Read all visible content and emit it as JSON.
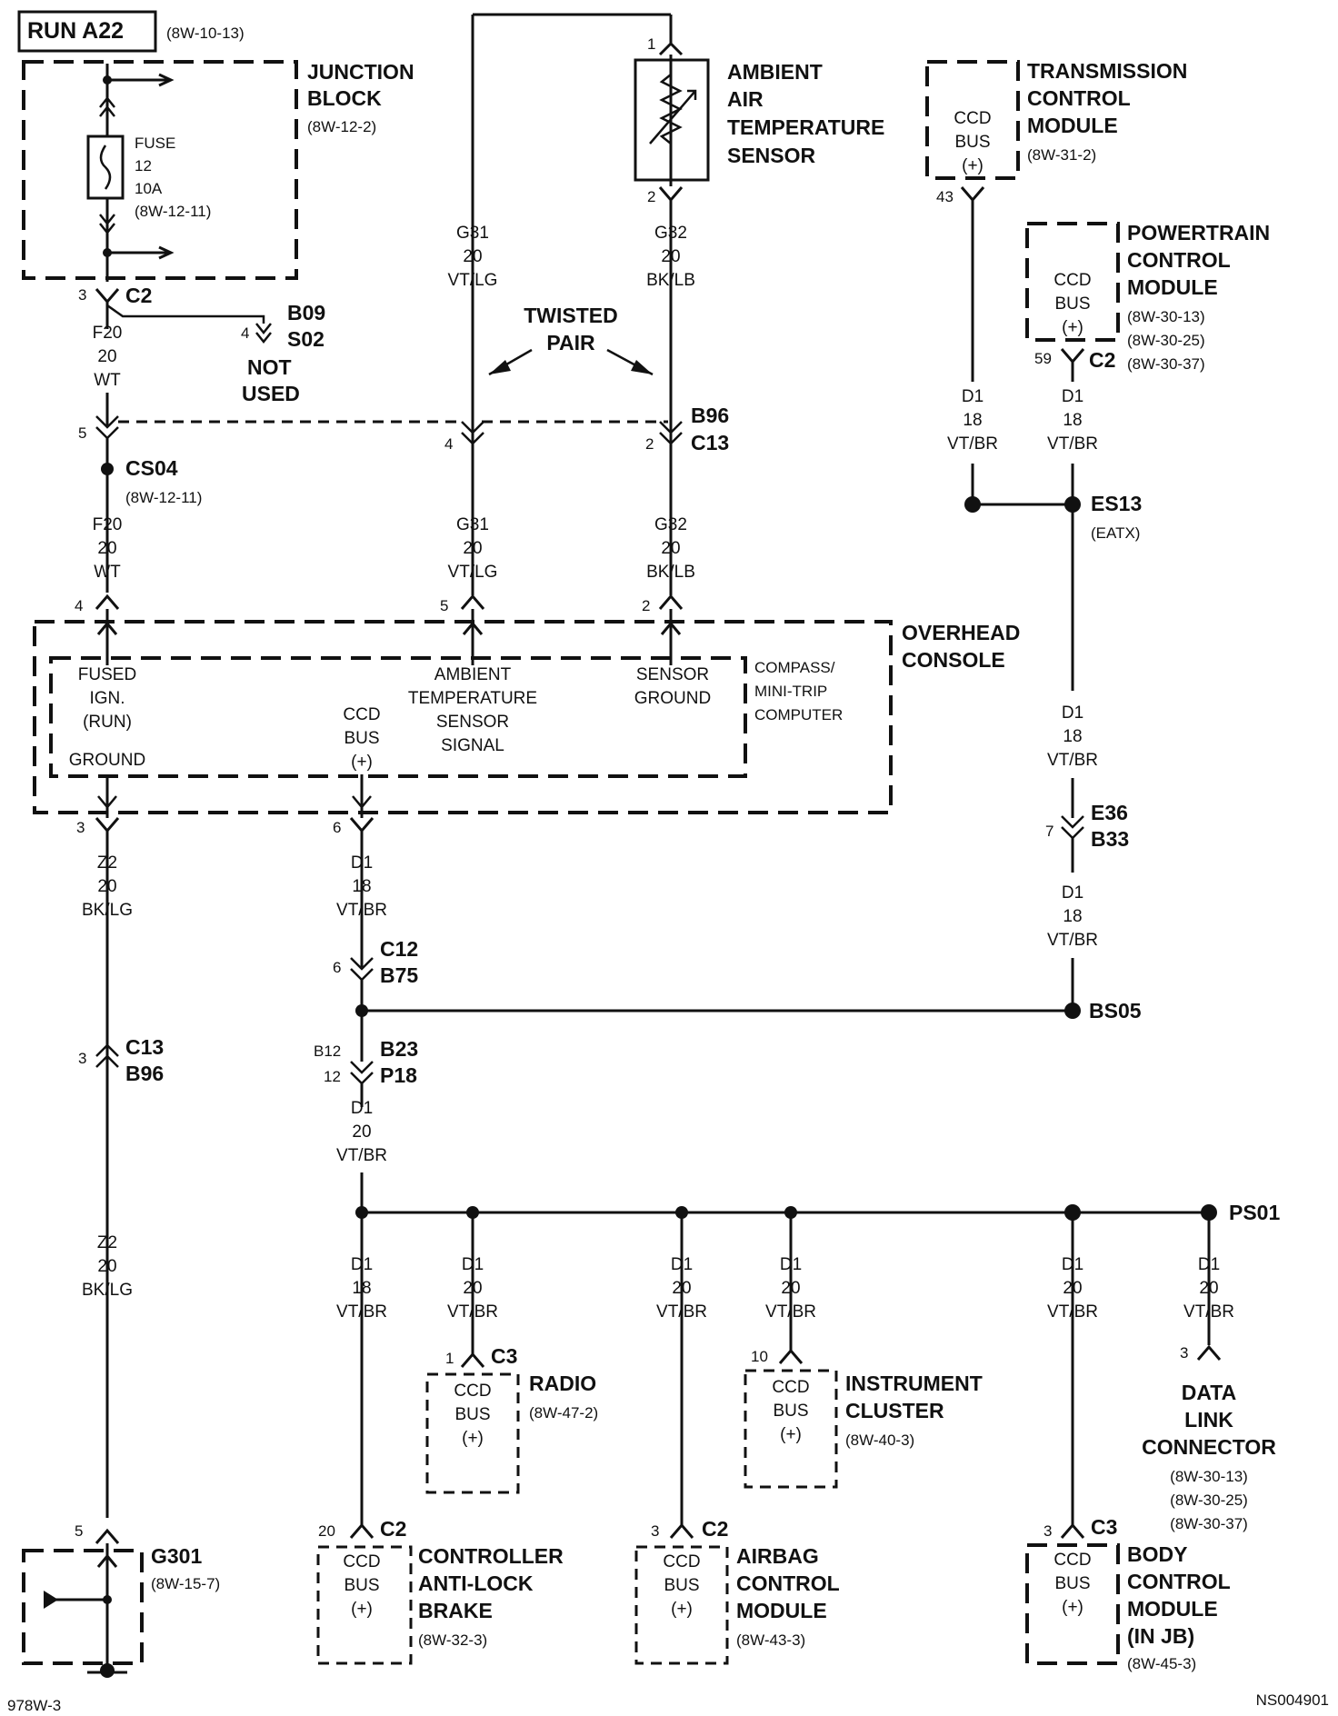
{
  "circuit": {
    "title": "RUN A22",
    "ref": "(8W-10-13)"
  },
  "junction_block": {
    "name1": "JUNCTION",
    "name2": "BLOCK",
    "ref": "(8W-12-2)",
    "fuse": [
      "FUSE",
      "12",
      "10A",
      "(8W-12-11)"
    ]
  },
  "labels": {
    "c2": "C2",
    "pin3": "3",
    "pin4": "4",
    "pin5": "5",
    "pin2": "2",
    "pin1": "1",
    "pin6": "6",
    "pin7": "7",
    "pin43": "43",
    "pin59": "59",
    "pin20": "20",
    "pin10": "10",
    "pin12": "12",
    "pinb12": "B12",
    "b09": "B09",
    "s02": "S02",
    "not": "NOT",
    "used": "USED",
    "twisted": "TWISTED",
    "pair": "PAIR",
    "b96": "B96",
    "c13": "C13",
    "cs04": "CS04",
    "cs04_ref": "(8W-12-11)",
    "es13": "ES13",
    "es13_ref": "(EATX)",
    "e36": "E36",
    "b33": "B33",
    "bs05": "BS05",
    "c12": "C12",
    "b75": "B75",
    "b23": "B23",
    "p18": "P18",
    "ps01": "PS01",
    "c3": "C3",
    "g301": "G301",
    "g301_ref": "(8W-15-7)",
    "footer_left": "978W-3",
    "footer_right": "NS004901"
  },
  "wires": {
    "f20": [
      "F20",
      "20",
      "WT"
    ],
    "g31": [
      "G31",
      "20",
      "VT/LG"
    ],
    "g32": [
      "G32",
      "20",
      "BK/LB"
    ],
    "d1_18": [
      "D1",
      "18",
      "VT/BR"
    ],
    "d1_20": [
      "D1",
      "20",
      "VT/BR"
    ],
    "z2": [
      "Z2",
      "20",
      "BK/LG"
    ]
  },
  "sensor": {
    "name": [
      "AMBIENT",
      "AIR",
      "TEMPERATURE",
      "SENSOR"
    ]
  },
  "tcm": {
    "name": [
      "TRANSMISSION",
      "CONTROL",
      "MODULE"
    ],
    "ref": "(8W-31-2)"
  },
  "pcm": {
    "name": [
      "POWERTRAIN",
      "CONTROL",
      "MODULE"
    ],
    "refs": [
      "(8W-30-13)",
      "(8W-30-25)",
      "(8W-30-37)"
    ]
  },
  "ccd": {
    "line1": "CCD",
    "line2": "BUS",
    "line3": "(+)"
  },
  "overhead": {
    "name1": "OVERHEAD",
    "name2": "CONSOLE",
    "fused": [
      "FUSED",
      "IGN.",
      "(RUN)"
    ],
    "ground": "GROUND",
    "ambient": [
      "AMBIENT",
      "TEMPERATURE",
      "SENSOR",
      "SIGNAL"
    ],
    "sensor_ground": [
      "SENSOR",
      "GROUND"
    ],
    "compass": [
      "COMPASS/",
      "MINI-TRIP",
      "COMPUTER"
    ]
  },
  "radio": {
    "name": "RADIO",
    "ref": "(8W-47-2)"
  },
  "cluster": {
    "name": [
      "INSTRUMENT",
      "CLUSTER"
    ],
    "ref": "(8W-40-3)"
  },
  "dlc": {
    "name": [
      "DATA",
      "LINK",
      "CONNECTOR"
    ],
    "refs": [
      "(8W-30-13)",
      "(8W-30-25)",
      "(8W-30-37)"
    ]
  },
  "abs": {
    "name": [
      "CONTROLLER",
      "ANTI-LOCK",
      "BRAKE"
    ],
    "ref": "(8W-32-3)"
  },
  "airbag": {
    "name": [
      "AIRBAG",
      "CONTROL",
      "MODULE"
    ],
    "ref": "(8W-43-3)"
  },
  "bcm": {
    "name": [
      "BODY",
      "CONTROL",
      "MODULE",
      "(IN JB)"
    ],
    "ref": "(8W-45-3)"
  }
}
